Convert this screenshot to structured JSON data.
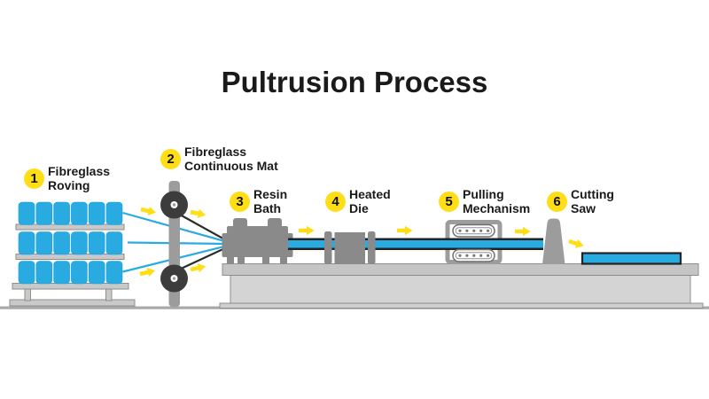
{
  "title": "Pultrusion Process",
  "steps": [
    {
      "num": "1",
      "label": "Fibreglass\nRoving"
    },
    {
      "num": "2",
      "label": "Fibreglass\nContinuous Mat"
    },
    {
      "num": "3",
      "label": "Resin\nBath"
    },
    {
      "num": "4",
      "label": "Heated\nDie"
    },
    {
      "num": "5",
      "label": "Pulling\nMechanism"
    },
    {
      "num": "6",
      "label": "Cutting\nSaw"
    }
  ],
  "colors": {
    "material_blue": "#29ABE2",
    "badge_yellow": "#FFDE17",
    "arrow_yellow": "#FFDE17",
    "machine_dark_gray": "#8A8A8A",
    "machine_light_gray": "#9C9C9C",
    "platform_gray": "#D3D3D3",
    "roller_dark": "#3C3C3C",
    "text_black": "#1A1A1A"
  }
}
